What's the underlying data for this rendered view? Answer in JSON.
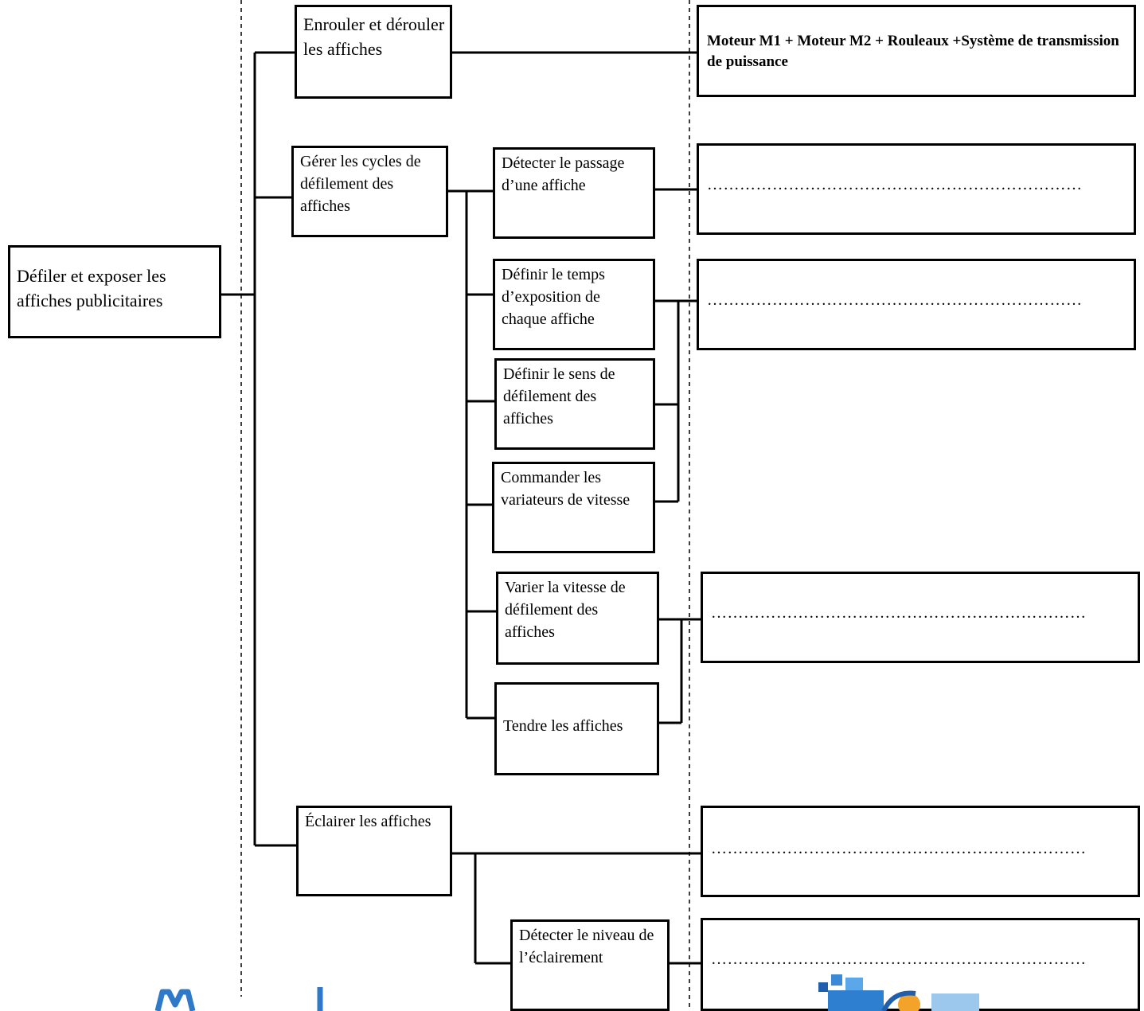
{
  "root": {
    "label": "Défiler et exposer les affiches publicitaires"
  },
  "functions": {
    "enrouler": "Enrouler et dérouler les affiches",
    "gerer": "Gérer les cycles de défilement des affiches",
    "eclairer": "Éclairer les affiches"
  },
  "subfunctions": {
    "detecter_passage": "Détecter le passage d’une affiche",
    "definir_temps": "Définir le temps d’exposition de chaque affiche",
    "definir_sens": "Définir le sens de défilement des affiches",
    "commander": "Commander les variateurs de vitesse",
    "varier": "Varier la vitesse de défilement des affiches",
    "tendre": "Tendre les affiches",
    "detecter_niveau": "Détecter le niveau de l’éclairement"
  },
  "solutions": {
    "enrouler": "Moteur M1 + Moteur M2 + Rouleaux +Système de transmission de puissance",
    "detecter_passage": "……………………………………………………………",
    "definir_temps": "……………………………………………………………",
    "varier": "……………………………………………………………",
    "eclairer": "……………………………………………………………",
    "detecter_niveau": "……………………………………………………………"
  }
}
